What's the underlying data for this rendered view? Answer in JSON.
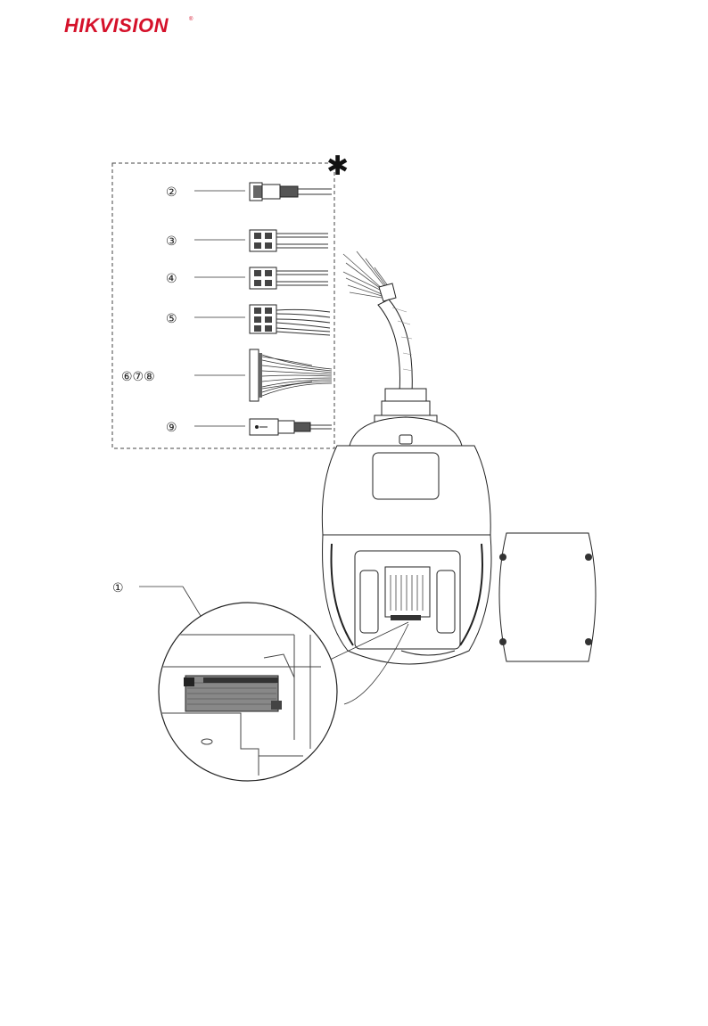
{
  "brand": {
    "name": "HIKVISION",
    "registered": "®",
    "color": "#d5112a"
  },
  "diagram": {
    "asterisk": "✱",
    "callouts": [
      {
        "id": "c2",
        "label": "②"
      },
      {
        "id": "c3",
        "label": "③"
      },
      {
        "id": "c4",
        "label": "④"
      },
      {
        "id": "c5",
        "label": "⑤"
      },
      {
        "id": "c678",
        "label": "⑥⑦⑧"
      },
      {
        "id": "c9",
        "label": "⑨"
      },
      {
        "id": "c1",
        "label": "①"
      }
    ]
  }
}
